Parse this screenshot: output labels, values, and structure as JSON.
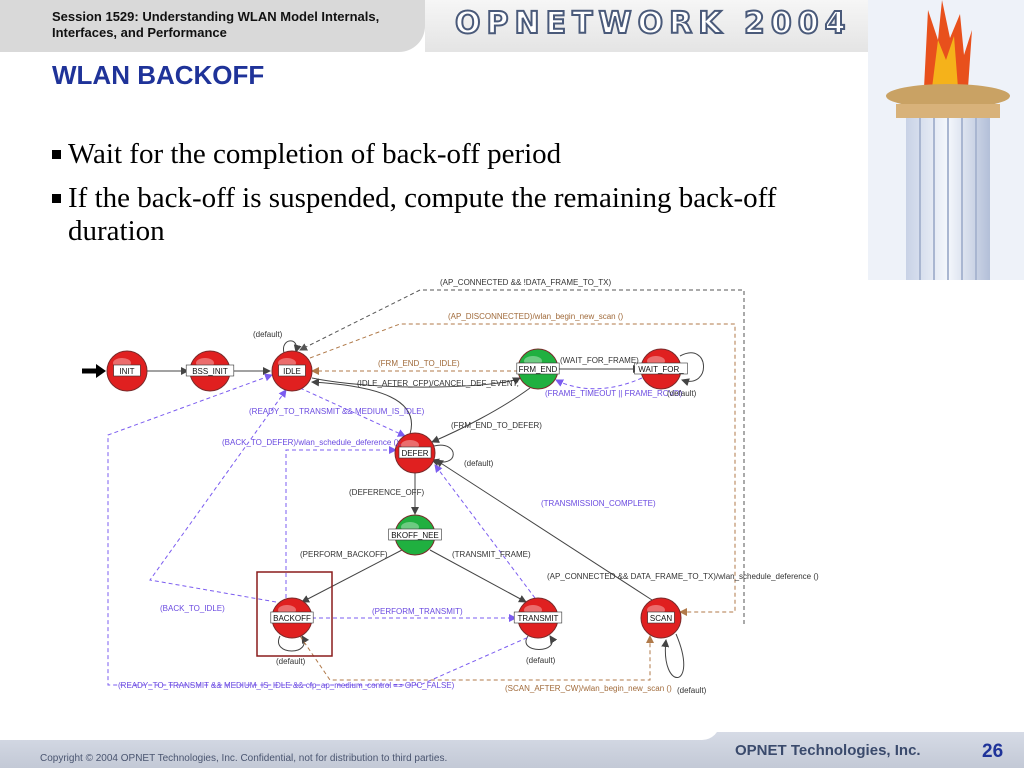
{
  "header": {
    "session_line1": "Session 1529: Understanding WLAN Model Internals,",
    "session_line2": "Interfaces, and Performance",
    "brand": "OPNETWORK 2004"
  },
  "slide": {
    "title": "WLAN BACKOFF",
    "bullets": [
      "Wait for the completion of back-off period",
      "If the back-off is suspended, compute the remaining back-off duration"
    ]
  },
  "diagram": {
    "states": [
      {
        "id": "init",
        "label": "INIT",
        "color": "#e02020"
      },
      {
        "id": "bss_init",
        "label": "BSS_INIT",
        "color": "#e02020"
      },
      {
        "id": "idle",
        "label": "IDLE",
        "color": "#e02020"
      },
      {
        "id": "frm_end",
        "label": "FRM_END",
        "color": "#20b040"
      },
      {
        "id": "wait_for",
        "label": "WAIT_FOR_",
        "color": "#e02020"
      },
      {
        "id": "defer",
        "label": "DEFER",
        "color": "#e02020"
      },
      {
        "id": "bkoff_nee",
        "label": "BKOFF_NEE",
        "color": "#20b040"
      },
      {
        "id": "backoff",
        "label": "BACKOFF",
        "color": "#e02020"
      },
      {
        "id": "transmit",
        "label": "TRANSMIT",
        "color": "#e02020"
      },
      {
        "id": "scan",
        "label": "SCAN",
        "color": "#e02020"
      }
    ],
    "labels": {
      "ap_connected_no_data": "(AP_CONNECTED && !DATA_FRAME_TO_TX)",
      "ap_disconnected": "(AP_DISCONNECTED)/wlan_begin_new_scan ()",
      "default_idle": "(default)",
      "frm_end_to_idle": "(FRM_END_TO_IDLE)",
      "wait_for_frame": "(WAIT_FOR_FRAME)",
      "idle_after_cfp": "(IDLE_AFTER_CFP)/CANCEL_DEF_EVENT;",
      "frame_timeout": "(FRAME_TIMEOUT || FRAME_RCVD)",
      "default_wait": "(default)",
      "ready_to_transmit": "(READY_TO_TRANSMIT && MEDIUM_IS_IDLE)",
      "frm_end_to_defer": "(FRM_END_TO_DEFER)",
      "back_to_defer": "(BACK_TO_DEFER)/wlan_schedule_deference ();",
      "default_defer": "(default)",
      "deference_off": "(DEFERENCE_OFF)",
      "transmission_complete": "(TRANSMISSION_COMPLETE)",
      "perform_backoff": "(PERFORM_BACKOFF)",
      "transmit_frame": "(TRANSMIT_FRAME)",
      "ap_connected_data": "(AP_CONNECTED && DATA_FRAME_TO_TX)/wlan_schedule_deference ()",
      "back_to_idle": "(BACK_TO_IDLE)",
      "perform_transmit": "(PERFORM_TRANSMIT)",
      "default_backoff": "(default)",
      "default_transmit": "(default)",
      "ready_to_transmit_cfp": "(READY_TO_TRANSMIT && MEDIUM_IS_IDLE && cfp_ap_medium_control == OPC_FALSE)",
      "scan_after_cw": "(SCAN_AFTER_CW)/wlan_begin_new_scan ()",
      "default_scan": "(default)"
    }
  },
  "footer": {
    "copyright": "Copyright © 2004 OPNET Technologies, Inc.  Confidential, not for distribution to third parties.",
    "company": "OPNET Technologies, Inc.",
    "page": "26"
  },
  "colors": {
    "title_blue": "#1f3399",
    "state_red": "#e02020",
    "state_green": "#20b040",
    "solid_edge": "#444444",
    "dashed_dark": "#555555",
    "dashed_violet": "#7b5cf0",
    "dashed_brown": "#b07a4a",
    "highlight_box": "#8a1c1c"
  }
}
